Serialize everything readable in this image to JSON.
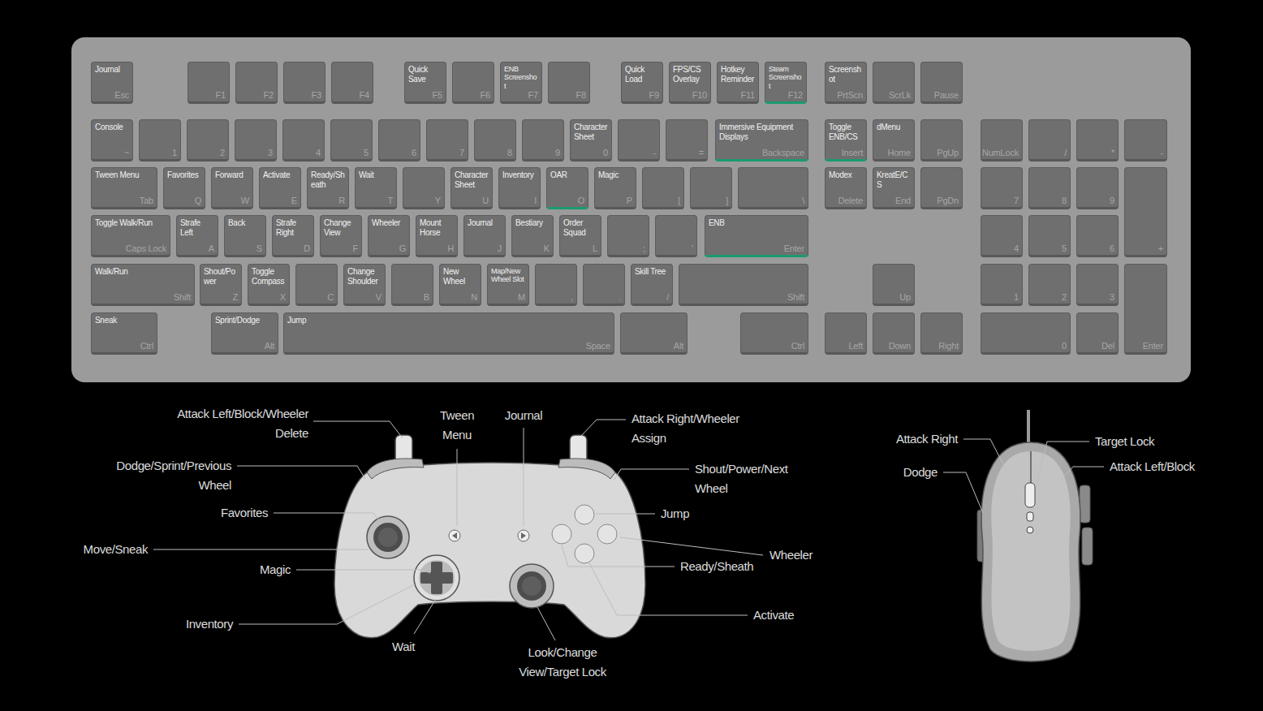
{
  "diagram": {
    "nodes": [
      {
        "text": [
          "Journal",
          "Esc"
        ]
      },
      {
        "text": [
          "F1"
        ]
      },
      {
        "text": [
          "F2"
        ]
      },
      {
        "text": [
          "F3"
        ]
      },
      {
        "text": [
          "F4"
        ]
      },
      {
        "text": [
          "Quick Save",
          "F5"
        ]
      },
      {
        "text": [
          "F6"
        ]
      },
      {
        "text": [
          "ENB Screenshot",
          "F7"
        ]
      },
      {
        "text": [
          "F8"
        ]
      },
      {
        "text": [
          "Quick Load",
          "F9"
        ]
      },
      {
        "text": [
          "FPS/CS Overlay",
          "F10"
        ]
      },
      {
        "text": [
          "Hotkey Reminder",
          "F11"
        ]
      },
      {
        "text": [
          "Steam Screenshot",
          "F12"
        ]
      },
      {
        "text": [
          "Screenshot",
          "PrtScn"
        ]
      },
      {
        "text": [
          "ScrLk"
        ]
      },
      {
        "text": [
          "Pause"
        ]
      },
      {
        "text": [
          "Console",
          "~"
        ]
      },
      {
        "text": [
          "1"
        ]
      },
      {
        "text": [
          "2"
        ]
      },
      {
        "text": [
          "3"
        ]
      },
      {
        "text": [
          "4"
        ]
      },
      {
        "text": [
          "5"
        ]
      },
      {
        "text": [
          "6"
        ]
      },
      {
        "text": [
          "7"
        ]
      },
      {
        "text": [
          "8"
        ]
      },
      {
        "text": [
          "9"
        ]
      },
      {
        "text": [
          "Character Sheet",
          "0"
        ]
      },
      {
        "text": [
          "-"
        ]
      },
      {
        "text": [
          "="
        ]
      },
      {
        "text": [
          "Immersive Equipment Displays",
          "Backspace"
        ]
      },
      {
        "text": [
          "Toggle ENB/CS",
          "Insert"
        ]
      },
      {
        "text": [
          "dMenu",
          "Home"
        ]
      },
      {
        "text": [
          "PgUp"
        ]
      },
      {
        "text": [
          "NumLock"
        ]
      },
      {
        "text": [
          "/"
        ]
      },
      {
        "text": [
          "*"
        ]
      },
      {
        "text": [
          "-"
        ]
      },
      {
        "text": [
          "Tween Menu",
          "Tab"
        ]
      },
      {
        "text": [
          "Favorites",
          "Q"
        ]
      },
      {
        "text": [
          "Forward",
          "W"
        ]
      },
      {
        "text": [
          "Activate",
          "E"
        ]
      },
      {
        "text": [
          "Ready/Sheath",
          "R"
        ]
      },
      {
        "text": [
          "Wait",
          "T"
        ]
      },
      {
        "text": [
          "Y"
        ]
      },
      {
        "text": [
          "Character Sheet",
          "U"
        ]
      },
      {
        "text": [
          "Inventory",
          "I"
        ]
      },
      {
        "text": [
          "OAR",
          "O"
        ]
      },
      {
        "text": [
          "Magic",
          "P"
        ]
      },
      {
        "text": [
          "["
        ]
      },
      {
        "text": [
          "]"
        ]
      },
      {
        "text": [
          "\\"
        ]
      },
      {
        "text": [
          "Modex",
          "Delete"
        ]
      },
      {
        "text": [
          "KreatE/CS",
          "End"
        ]
      },
      {
        "text": [
          "PgDn"
        ]
      },
      {
        "text": [
          "7"
        ]
      },
      {
        "text": [
          "8"
        ]
      },
      {
        "text": [
          "9"
        ]
      },
      {
        "text": [
          "+"
        ]
      },
      {
        "text": [
          "Toggle Walk/Run",
          "Caps Lock"
        ]
      },
      {
        "text": [
          "Strafe Left",
          "A"
        ]
      },
      {
        "text": [
          "Back",
          "S"
        ]
      },
      {
        "text": [
          "Strafe Right",
          "D"
        ]
      },
      {
        "text": [
          "Change View",
          "F"
        ]
      },
      {
        "text": [
          "Wheeler",
          "G"
        ]
      },
      {
        "text": [
          "Mount Horse",
          "H"
        ]
      },
      {
        "text": [
          "Journal",
          "J"
        ]
      },
      {
        "text": [
          "Bestiary",
          "K"
        ]
      },
      {
        "text": [
          "Order Squad",
          "L"
        ]
      },
      {
        "text": [
          ";"
        ]
      },
      {
        "text": [
          "'"
        ]
      },
      {
        "text": [
          "ENB",
          "Enter"
        ]
      },
      {
        "text": [
          "4"
        ]
      },
      {
        "text": [
          "5"
        ]
      },
      {
        "text": [
          "6"
        ]
      },
      {
        "text": [
          "Walk/Run",
          "Shift"
        ]
      },
      {
        "text": [
          "Shout/Power",
          "Z"
        ]
      },
      {
        "text": [
          "Toggle Compass",
          "X"
        ]
      },
      {
        "text": [
          "C"
        ]
      },
      {
        "text": [
          "Change Shoulder",
          "V"
        ]
      },
      {
        "text": [
          "B"
        ]
      },
      {
        "text": [
          "New Wheel",
          "N"
        ]
      },
      {
        "text": [
          "Map/New Wheel Slot",
          "M"
        ]
      },
      {
        "text": [
          ","
        ]
      },
      {
        "text": [
          "."
        ]
      },
      {
        "text": [
          "Skill Tree",
          "/"
        ]
      },
      {
        "text": [
          "Shift"
        ]
      },
      {
        "text": [
          "Up"
        ]
      },
      {
        "text": [
          "1"
        ]
      },
      {
        "text": [
          "2"
        ]
      },
      {
        "text": [
          "3"
        ]
      },
      {
        "text": [
          "Enter"
        ]
      },
      {
        "text": [
          "Sneak",
          "Ctrl"
        ]
      },
      {
        "text": [
          "Sprint/Dodge",
          "Alt"
        ]
      },
      {
        "text": [
          "Jump",
          "Space"
        ]
      },
      {
        "text": [
          "Alt"
        ]
      },
      {
        "text": [
          "Ctrl"
        ]
      },
      {
        "text": [
          "Left"
        ]
      },
      {
        "text": [
          "Down"
        ]
      },
      {
        "text": [
          "Right"
        ]
      },
      {
        "text": [
          "0"
        ]
      },
      {
        "text": [
          "Del"
        ]
      }
    ],
    "labels": [
      "Attack Left/Block/Wheeler Delete",
      "Tween Menu",
      "Journal",
      "Attack Right/Wheeler Assign",
      "Dodge/Sprint/Previous Wheel",
      "Shout/Power/Next Wheel",
      "Favorites",
      "Jump",
      "Move/Sneak",
      "Wheeler",
      "Magic",
      "Ready/Sheath",
      "Activate",
      "Inventory",
      "Wait",
      "Look/Change View/Target Lock",
      "Attack Right",
      "Target Lock",
      "Dodge",
      "Attack Left/Block"
    ]
  }
}
